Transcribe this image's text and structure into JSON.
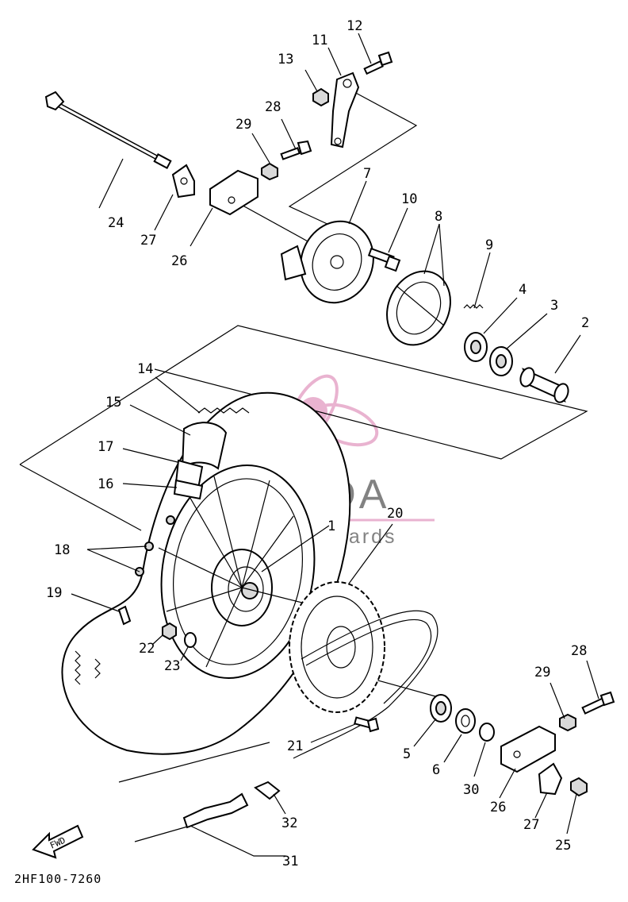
{
  "diagram_code": "2HF100-7260",
  "watermark": {
    "brand": "ARMADA",
    "tagline": "marine outboards",
    "pink": "#e6a6c8",
    "gray": "#6d6d6d"
  },
  "fwd_arrow_label": "FWD",
  "callouts": {
    "c1": "1",
    "c2": "2",
    "c3": "3",
    "c4": "4",
    "c5": "5",
    "c6": "6",
    "c7": "7",
    "c8": "8",
    "c9": "9",
    "c10": "10",
    "c11": "11",
    "c12": "12",
    "c13": "13",
    "c14": "14",
    "c15": "15",
    "c16": "16",
    "c17": "17",
    "c18": "18",
    "c19": "19",
    "c20": "20",
    "c21": "21",
    "c22": "22",
    "c23": "23",
    "c24": "24",
    "c25": "25",
    "c26a": "26",
    "c26b": "26",
    "c27a": "27",
    "c27b": "27",
    "c28a": "28",
    "c28b": "28",
    "c29a": "29",
    "c29b": "29",
    "c30": "30",
    "c31": "31",
    "c32": "32"
  }
}
